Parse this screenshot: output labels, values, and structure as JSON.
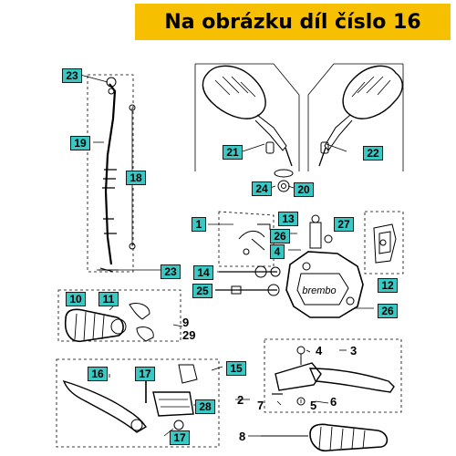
{
  "banner": {
    "text": "Na obrázku díl číslo 16",
    "color": "#f6c000"
  },
  "highlight_color": "#39c8c4",
  "callouts": {
    "c1": "1",
    "c2": "2",
    "c3": "3",
    "c4": "4",
    "c5": "5",
    "c6": "6",
    "c7": "7",
    "c8": "8",
    "c9": "9",
    "c10": "10",
    "c11": "11",
    "c12": "12",
    "c13": "13",
    "c14": "14",
    "c15": "15",
    "c16": "16",
    "c17a": "17",
    "c17b": "17",
    "c18": "18",
    "c19": "19",
    "c20": "20",
    "c21": "21",
    "c22": "22",
    "c23a": "23",
    "c23b": "23",
    "c24": "24",
    "c25": "25",
    "c26a": "26",
    "c26b": "26",
    "c27": "27",
    "c28": "28",
    "c29": "29"
  },
  "caliper_brand": "brembo"
}
